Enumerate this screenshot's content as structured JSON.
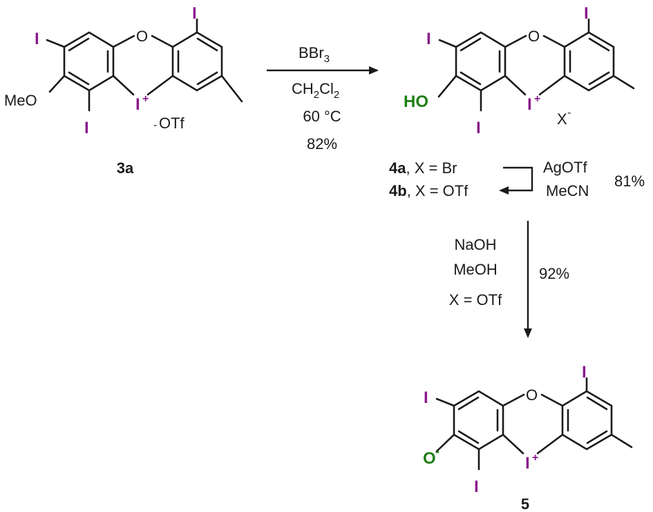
{
  "colors": {
    "iodine": "#8a1a8c",
    "oxygen_highlight": "#1f7f16",
    "ink": "#1a1a1a"
  },
  "atoms": {
    "iodine": "I",
    "iodonium": "I",
    "plus": "+",
    "oxygen": "O",
    "methoxy": "MeO",
    "hydroxy": "HO",
    "phenoxide_o": "O",
    "minus": "-"
  },
  "compounds": {
    "c3a": {
      "label": "3a",
      "counterion": "OTf",
      "counterion_charge": "-"
    },
    "c4": {
      "counterion": "X",
      "counterion_charge": "-"
    },
    "c4a": {
      "label": "4a",
      "rest": ", X = Br"
    },
    "c4b": {
      "label": "4b",
      "rest": ", X = OTf"
    },
    "c5": {
      "label": "5"
    }
  },
  "steps": {
    "step1": {
      "reagent_main": "BBr",
      "reagent_sub": "3",
      "solvent_a": "CH",
      "solvent_sub_a": "2",
      "solvent_b": "Cl",
      "solvent_sub_b": "2",
      "temperature": "60 °C",
      "yield": "82%"
    },
    "step2": {
      "reagent": "AgOTf",
      "solvent": "MeCN",
      "yield": "81%"
    },
    "step3": {
      "reagent": "NaOH",
      "solvent": "MeOH",
      "condition": "X = OTf",
      "yield": "92%"
    }
  }
}
